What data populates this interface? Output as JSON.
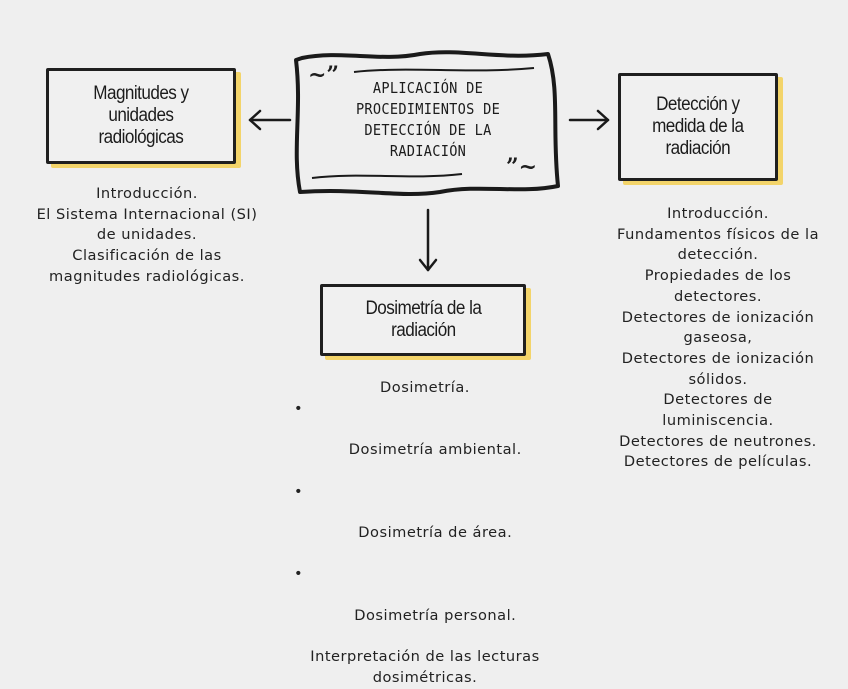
{
  "central_node": {
    "label": "APLICACIÓN DE\nPROCEDIMIENTOS DE\nDETECCIÓN DE LA\nRADIACIÓN",
    "quote_open": "~”",
    "quote_close": "”~"
  },
  "nodes": {
    "magnitudes": "Magnitudes y\nunidades\nradiológicas",
    "deteccion": "Detección y\nmedida de la\nradiación",
    "dosimetria": "Dosimetría de la\nradiación"
  },
  "lists": {
    "magnitudes": [
      "Introducción.",
      "El Sistema Internacional (SI)",
      "de unidades.",
      "Clasificación de las",
      "magnitudes radiológicas."
    ],
    "deteccion": [
      "Introducción.",
      "Fundamentos físicos de la",
      "detección.",
      "Propiedades de los",
      "detectores.",
      "Detectores de ionización",
      "gaseosa,",
      "Detectores de ionización",
      "sólidos.",
      "Detectores de",
      "luminiscencia.",
      "Detectores de neutrones.",
      "Detectores de películas."
    ],
    "dosimetria": {
      "intro": "Dosimetría.",
      "bullets": [
        "Dosimetría ambiental.",
        "Dosimetría de área.",
        "Dosimetría personal."
      ],
      "bullet_symbol": "•",
      "outro": [
        "Interpretación de las lecturas",
        "dosimétricas."
      ]
    }
  },
  "colors": {
    "background": "#efefef",
    "border": "#1f1f1f",
    "shadow": "#f3d46a"
  }
}
